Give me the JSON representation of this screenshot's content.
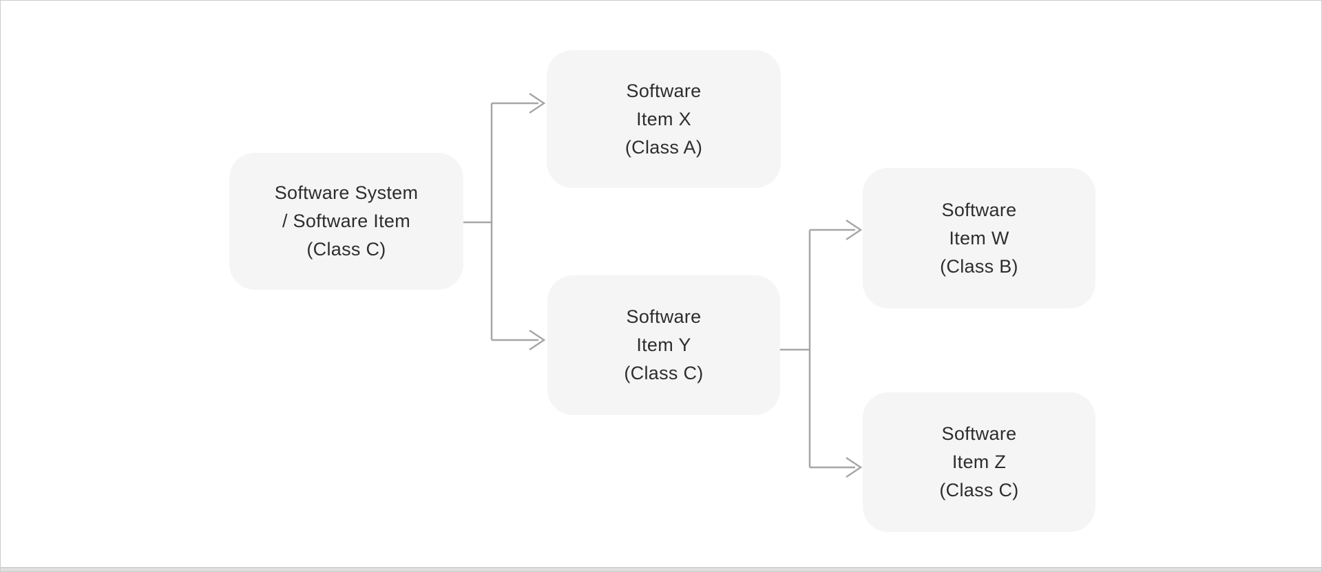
{
  "colors": {
    "canvas_background": "#ffffff",
    "canvas_border": "#cccccc",
    "node_fill": "#f5f5f5",
    "node_text": "#2d2d2d",
    "connector": "#a6a6a6",
    "bottom_strip": "#dfdfdf"
  },
  "nodes": [
    {
      "id": "root",
      "lines": [
        "Software System",
        "/ Software Item",
        "(Class C)"
      ]
    },
    {
      "id": "item-x",
      "lines": [
        "Software",
        "Item X",
        "(Class A)"
      ]
    },
    {
      "id": "item-y",
      "lines": [
        "Software",
        "Item Y",
        "(Class C)"
      ]
    },
    {
      "id": "item-w",
      "lines": [
        "Software",
        "Item W",
        "(Class B)"
      ]
    },
    {
      "id": "item-z",
      "lines": [
        "Software",
        "Item Z",
        "(Class C)"
      ]
    }
  ],
  "edges": [
    {
      "from": "root",
      "to": "item-x"
    },
    {
      "from": "root",
      "to": "item-y"
    },
    {
      "from": "item-y",
      "to": "item-w"
    },
    {
      "from": "item-y",
      "to": "item-z"
    }
  ]
}
